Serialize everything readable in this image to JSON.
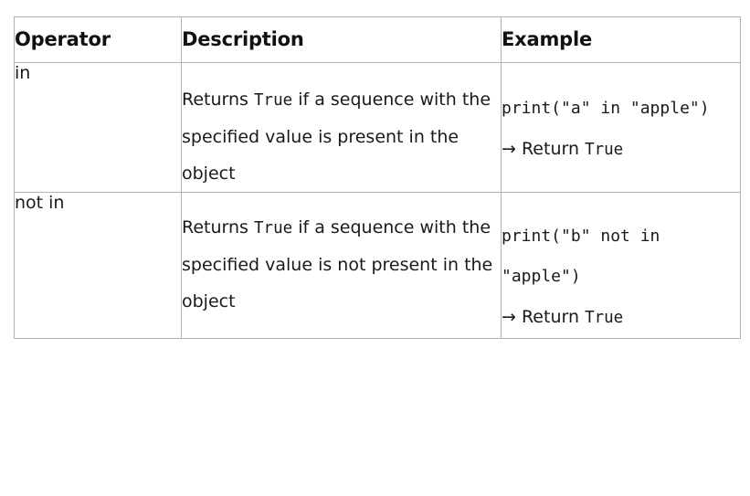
{
  "table": {
    "headers": [
      {
        "label": "Operator"
      },
      {
        "label": "Description"
      },
      {
        "label": "Example"
      }
    ],
    "rows": [
      {
        "operator": "in",
        "description_pre": "Returns ",
        "description_code": "True",
        "description_post": " if a sequence with the specified value is present in the object",
        "example_code": "print(\"a\" in \"apple\")",
        "example_result_arrow": "→",
        "example_result_label": " Return ",
        "example_result_value": "True"
      },
      {
        "operator": "not in",
        "description_pre": "Returns ",
        "description_code": "True",
        "description_post": " if a sequence with the specified value is not present in the object",
        "example_code": "print(\"b\" not in \"apple\")",
        "example_result_arrow": "→",
        "example_result_label": " Return ",
        "example_result_value": "True"
      }
    ]
  },
  "style": {
    "border_color": "#b3b3b3",
    "text_color": "#1a1a1a",
    "background": "#ffffff"
  }
}
